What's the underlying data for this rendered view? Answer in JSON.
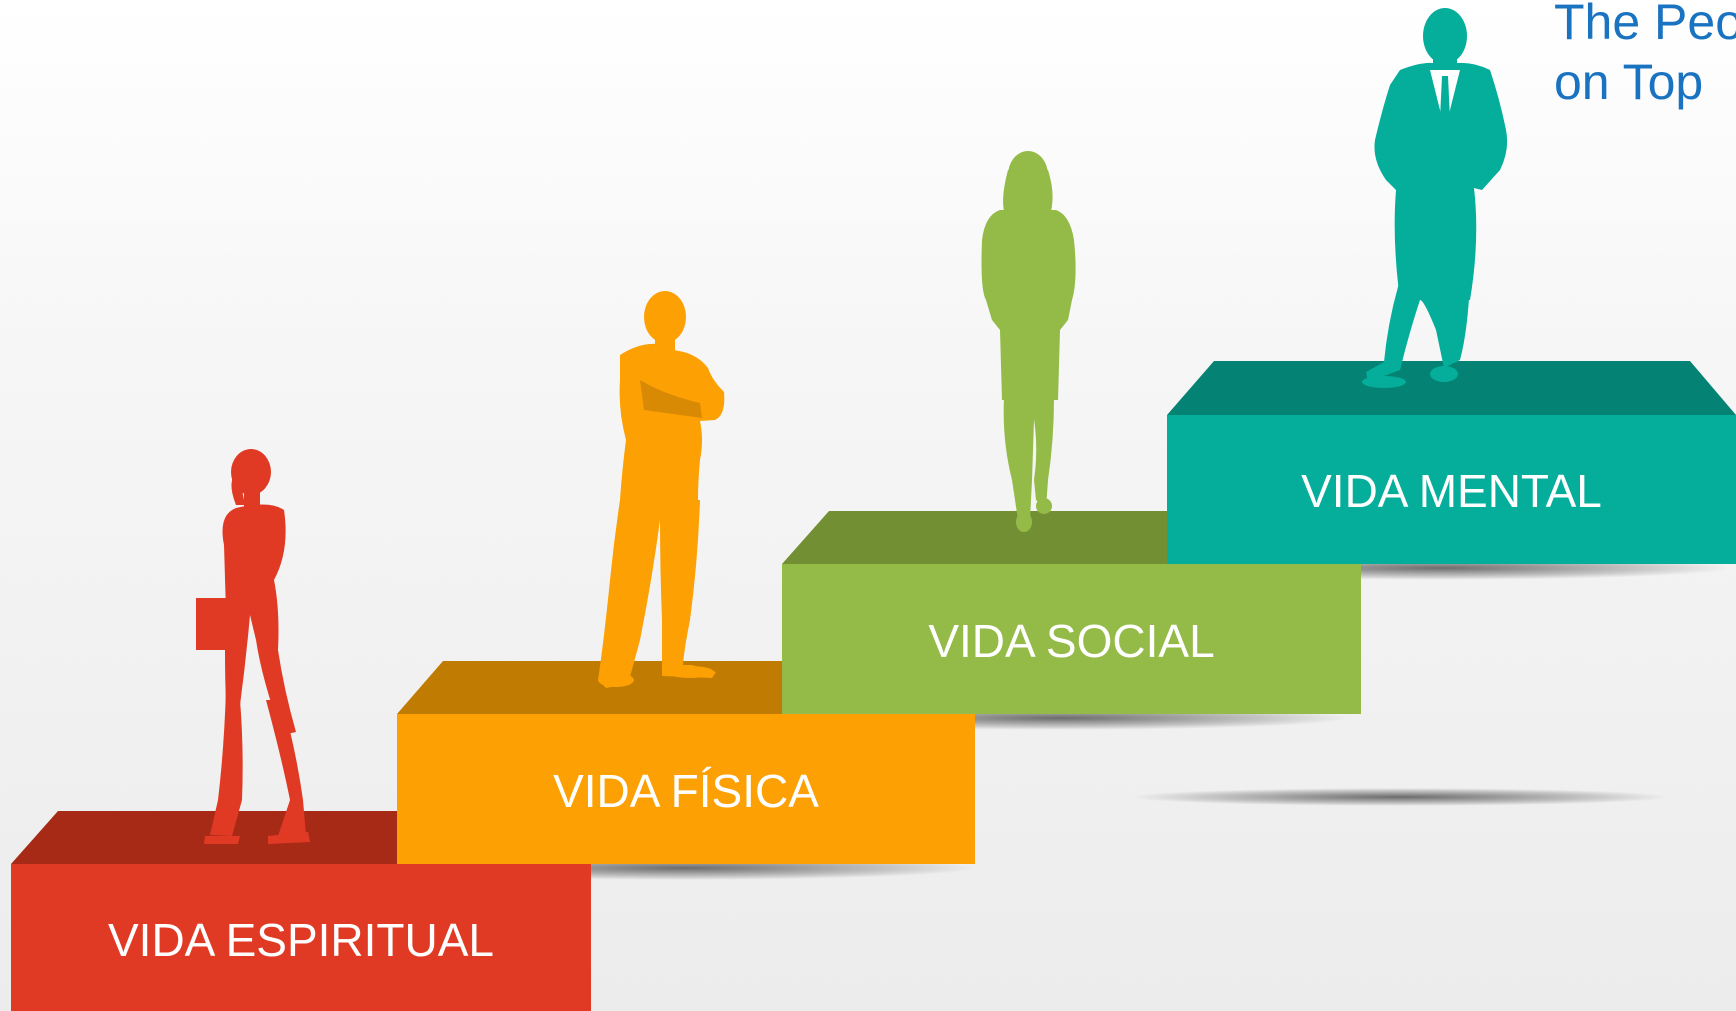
{
  "header": {
    "line1": "The Peo",
    "line2": "on Top"
  },
  "steps": [
    {
      "label": "VIDA ESPIRITUAL",
      "color": "#e03a24",
      "top_color": "#a72a17"
    },
    {
      "label": "VIDA FÍSICA",
      "color": "#fca004",
      "top_color": "#c07c02"
    },
    {
      "label": "VIDA SOCIAL",
      "color": "#94ba48",
      "top_color": "#728f34"
    },
    {
      "label": "VIDA MENTAL",
      "color": "#04ae9b",
      "top_color": "#048273"
    }
  ],
  "figures": [
    {
      "icon": "woman-with-folder-silhouette",
      "color": "#e03a24"
    },
    {
      "icon": "man-arms-crossed-silhouette",
      "color": "#fca004"
    },
    {
      "icon": "woman-standing-silhouette",
      "color": "#94ba48"
    },
    {
      "icon": "man-hands-in-pockets-silhouette",
      "color": "#04ae9b"
    }
  ]
}
